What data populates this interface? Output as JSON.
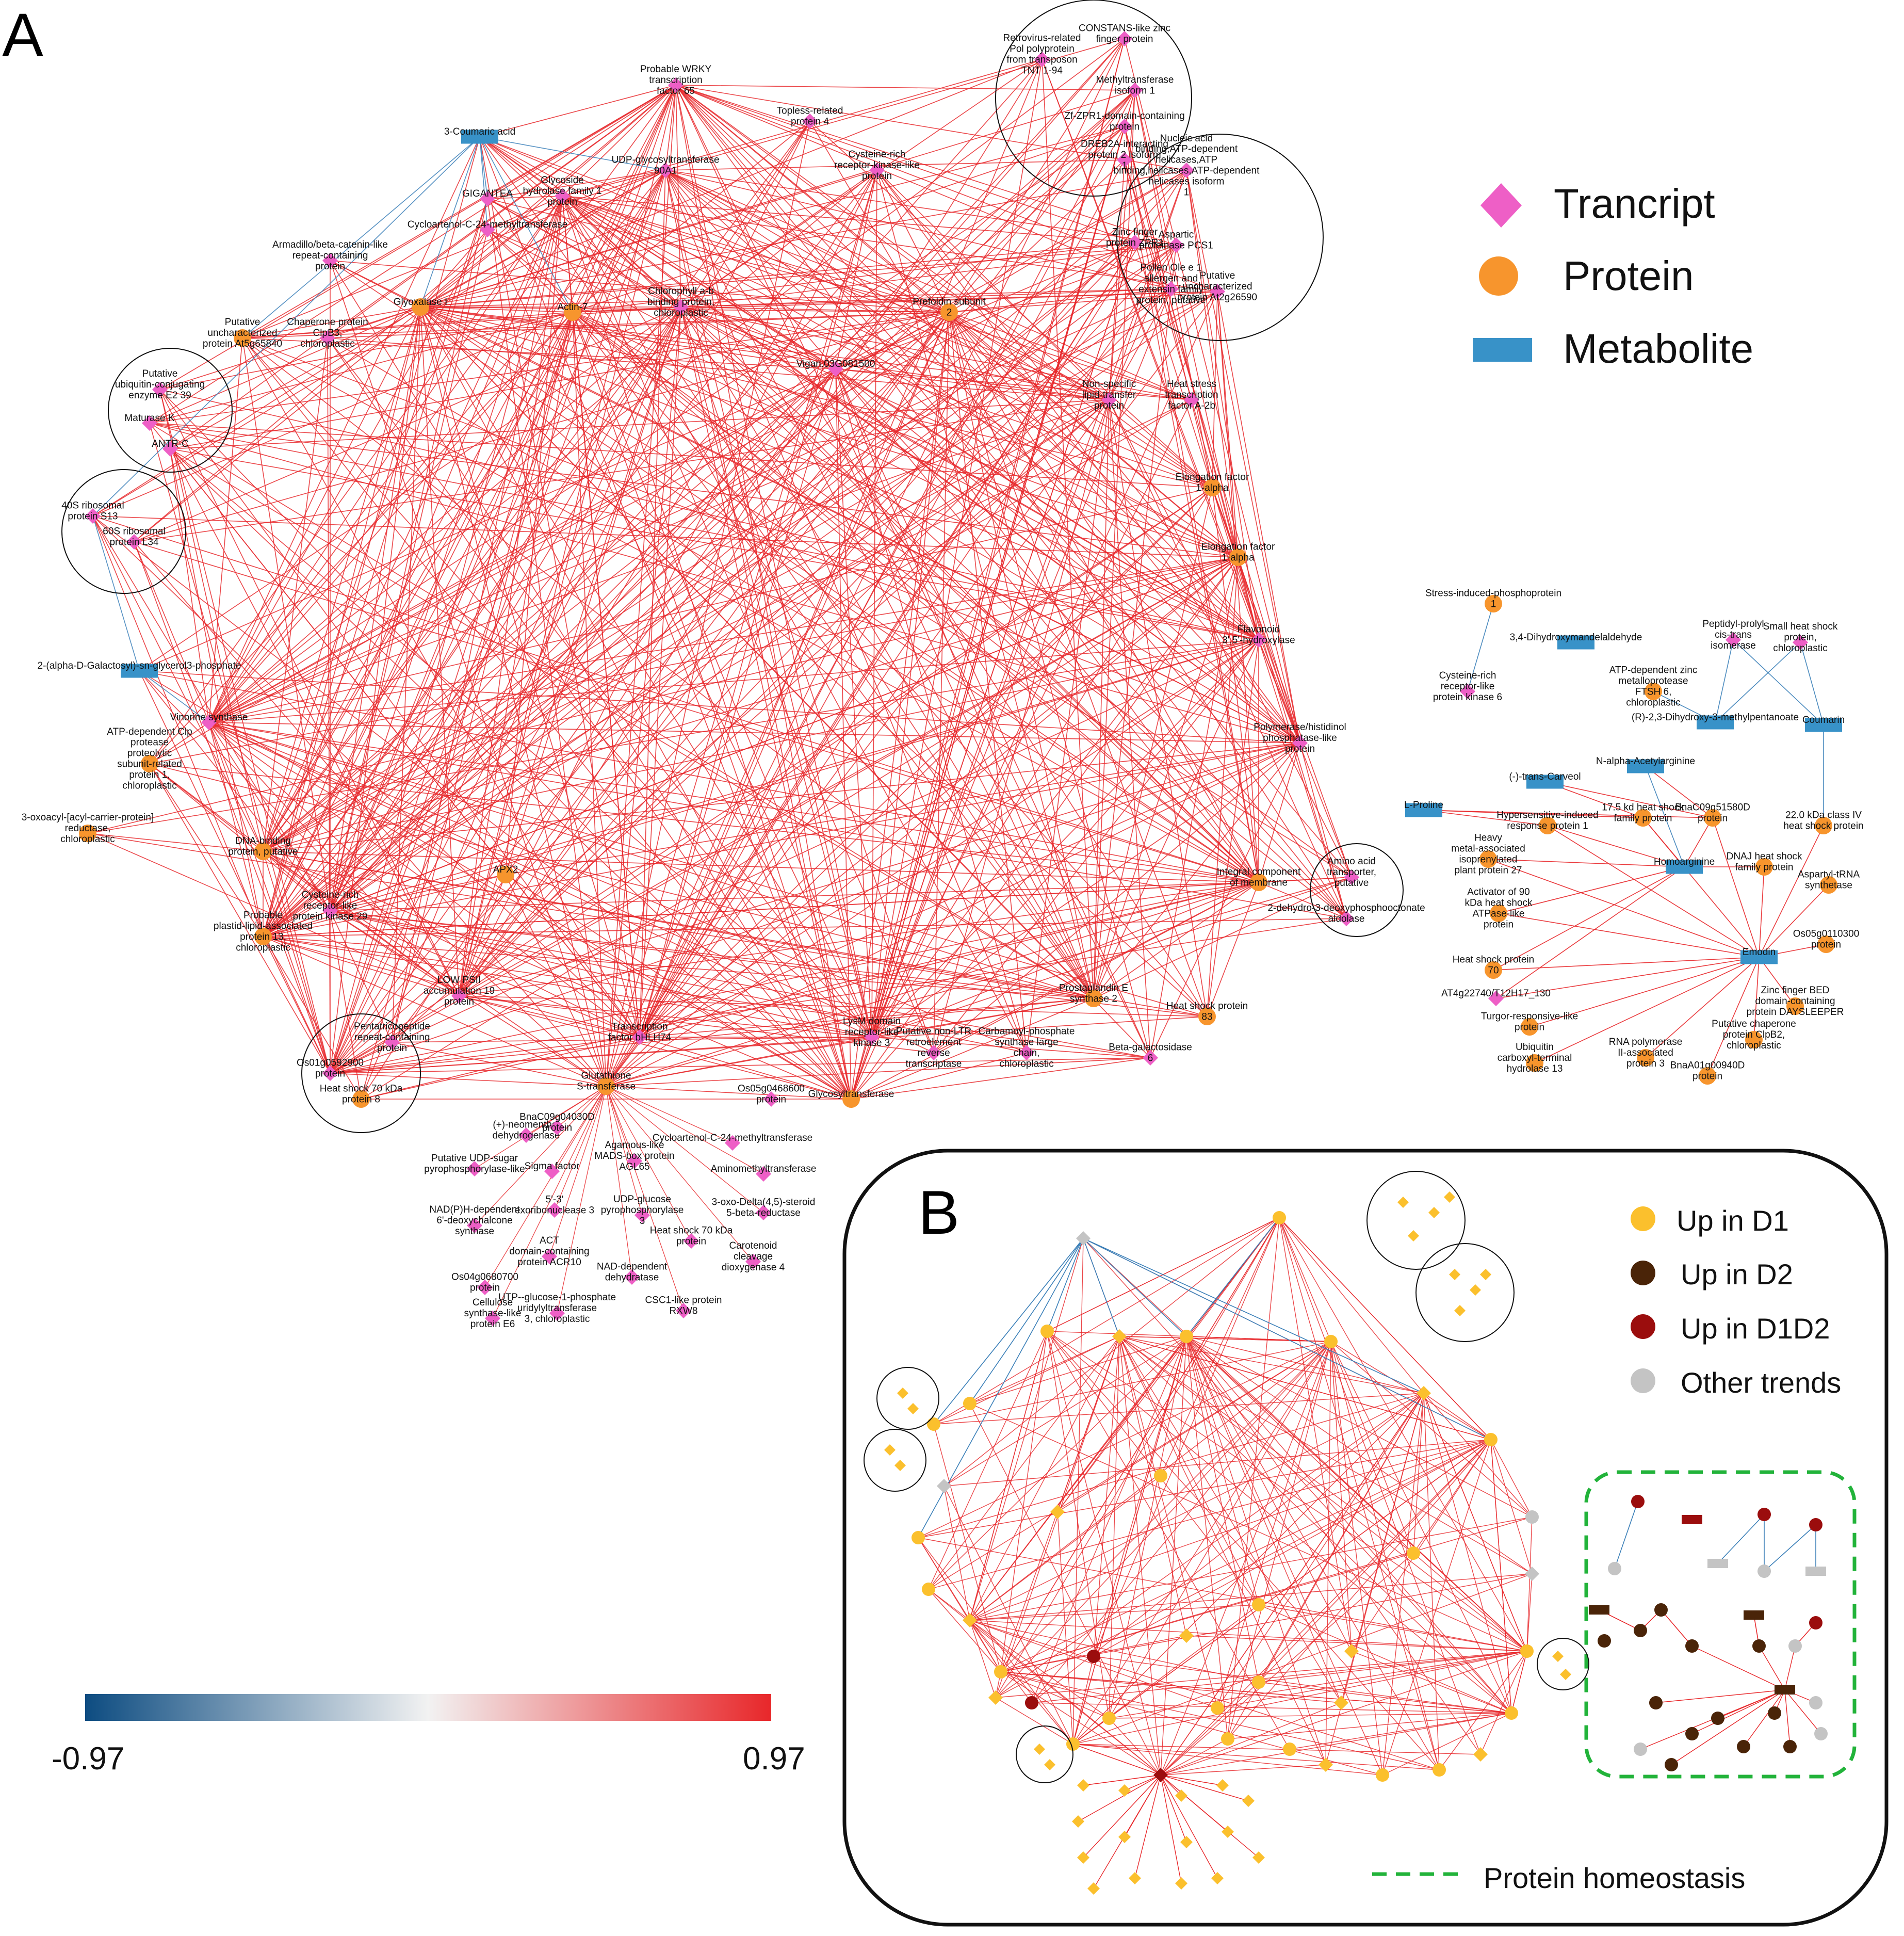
{
  "panels": {
    "a_label": "A",
    "b_label": "B"
  },
  "legend_a": {
    "items": [
      {
        "label": "Trancript",
        "shape": "diamond",
        "color": "#ee5fc6"
      },
      {
        "label": "Protein",
        "shape": "circle",
        "color": "#f7952d"
      },
      {
        "label": "Metabolite",
        "shape": "rect",
        "color": "#3892c8"
      }
    ]
  },
  "legend_b": {
    "items": [
      {
        "label": "Up in D1",
        "color": "#fbc02d"
      },
      {
        "label": "Up in D2",
        "color": "#4a2408"
      },
      {
        "label": "Up in D1D2",
        "color": "#9b0d0d"
      },
      {
        "label": "Other trends",
        "color": "#c4c4c4"
      }
    ],
    "homeostasis_label": "Protein homeostasis",
    "homeostasis_color": "#22b33a"
  },
  "colorscale": {
    "min_label": "-0.97",
    "max_label": "0.97",
    "low_color": "#0d4c81",
    "mid_color": "#f2f2f2",
    "high_color": "#e8272a"
  },
  "edge_colors": {
    "positive": "#e8272a",
    "negative": "#3a7fb8"
  },
  "nodes_a": [
    {
      "label": "3-Coumaric acid",
      "type": "metabolite"
    },
    {
      "label": "Probable WRKY transcription factor 65",
      "type": "transcript"
    },
    {
      "label": "Retrovirus-related Pol polyprotein from transposon TNT 1-94",
      "type": "transcript"
    },
    {
      "label": "CONSTANS-like zinc finger protein",
      "type": "transcript"
    },
    {
      "label": "Methyltransferase isoform 1",
      "type": "transcript"
    },
    {
      "label": "Zf-ZPR1-domain-containing protein",
      "type": "transcript"
    },
    {
      "label": "DREB2A-interacting protein 2 isoform 1",
      "type": "transcript"
    },
    {
      "label": "Nucleic acid binding,ATP-dependent helicases,ATP binding,helicases,ATP-dependent helicases isoform 1",
      "type": "transcript"
    },
    {
      "label": "Zinc finger protein ZPR1",
      "type": "transcript"
    },
    {
      "label": "Aspartic proteinase PCS1",
      "type": "transcript"
    },
    {
      "label": "Pollen Ole e 1 allergen and extensin family protein, putative",
      "type": "transcript"
    },
    {
      "label": "Putative uncharacterized protein At2g26590",
      "type": "transcript"
    },
    {
      "label": "Topless-related protein 4",
      "type": "transcript"
    },
    {
      "label": "Cysteine-rich receptor-kinase-like protein",
      "type": "transcript"
    },
    {
      "label": "UDP-glycosyltransferase 90A1",
      "type": "transcript"
    },
    {
      "label": "Glycoside hydrolase family 1 protein",
      "type": "transcript"
    },
    {
      "label": "GIGANTEA",
      "type": "transcript"
    },
    {
      "label": "Cycloartenol-C-24-methyltransferase",
      "type": "transcript"
    },
    {
      "label": "Armadillo/beta-catenin-like repeat-containing protein",
      "type": "transcript"
    },
    {
      "label": "Glyoxalase I",
      "type": "protein"
    },
    {
      "label": "Actin-7",
      "type": "protein"
    },
    {
      "label": "Chlorophyll a-b binding protein, chloroplastic",
      "type": "transcript"
    },
    {
      "label": "Prefoldin subunit 2",
      "type": "protein"
    },
    {
      "label": "Vigan.03G081500",
      "type": "transcript"
    },
    {
      "label": "Putative uncharacterized protein At5g65840",
      "type": "protein"
    },
    {
      "label": "Chaperone protein ClpB3, chloroplastic",
      "type": "transcript"
    },
    {
      "label": "Putative ubiquitin-conjugating enzyme E2 39",
      "type": "transcript"
    },
    {
      "label": "Maturase K",
      "type": "transcript"
    },
    {
      "label": "ANTR-C",
      "type": "transcript"
    },
    {
      "label": "Non-specific lipid-transfer protein",
      "type": "transcript"
    },
    {
      "label": "Heat stress transcription factor A-2b",
      "type": "transcript"
    },
    {
      "label": "40S ribosomal protein S13",
      "type": "transcript"
    },
    {
      "label": "60S ribosomal protein L34",
      "type": "transcript"
    },
    {
      "label": "Elongation factor 1-alpha",
      "type": "protein"
    },
    {
      "label": "Elongation factor 1-alpha",
      "type": "protein"
    },
    {
      "label": "Flavonoid 3',5'-hydroxylase",
      "type": "transcript"
    },
    {
      "label": "2-(alpha-D-Galactosyl)-sn-glycerol3-phosphate",
      "type": "metabolite"
    },
    {
      "label": "Vinorine synthase",
      "type": "transcript"
    },
    {
      "label": "ATP-dependent Clp protease proteolytic subunit-related protein 1, chloroplastic",
      "type": "protein"
    },
    {
      "label": "Polymerase/histidinol phosphatase-like protein",
      "type": "transcript"
    },
    {
      "label": "3-oxoacyl-[acyl-carrier-protein] reductase, chloroplastic",
      "type": "protein"
    },
    {
      "label": "DNA-binding protein, putative",
      "type": "protein"
    },
    {
      "label": "APX2",
      "type": "protein"
    },
    {
      "label": "Cysteine-rich receptor-like protein kinase 29",
      "type": "transcript"
    },
    {
      "label": "Integral component of membrane",
      "type": "protein"
    },
    {
      "label": "Amino acid transporter, putative",
      "type": "transcript"
    },
    {
      "label": "2-dehydro-3-deoxyphosphooctonate aldolase",
      "type": "transcript"
    },
    {
      "label": "Probable plastid-lipid-associated protein 13, chloroplastic",
      "type": "protein"
    },
    {
      "label": "LOW PSII accumulation 19 protein",
      "type": "transcript"
    },
    {
      "label": "Prostaglandin E synthase 2",
      "type": "protein"
    },
    {
      "label": "Heat shock protein 83",
      "type": "protein"
    },
    {
      "label": "Beta-galactosidase 6",
      "type": "transcript"
    },
    {
      "label": "Pentatricopeptide repeat-containing protein",
      "type": "transcript"
    },
    {
      "label": "Os01g0592900 protein",
      "type": "transcript"
    },
    {
      "label": "Heat shock 70 kDa protein 8",
      "type": "protein"
    },
    {
      "label": "Transcription factor bHLH74",
      "type": "transcript"
    },
    {
      "label": "LysM domain receptor-like kinase 3",
      "type": "transcript"
    },
    {
      "label": "Putative non-LTR retroelement reverse transcriptase",
      "type": "transcript"
    },
    {
      "label": "Carbamoyl-phosphate synthase large chain, chloroplastic",
      "type": "transcript"
    },
    {
      "label": "Glutathione S-transferase",
      "type": "protein"
    },
    {
      "label": "Os05g0468600 protein",
      "type": "transcript"
    },
    {
      "label": "Glycosyltransferase",
      "type": "protein"
    },
    {
      "label": "(+)-neomenthol dehydrogenase",
      "type": "transcript"
    },
    {
      "label": "BnaC09g04030D protein",
      "type": "transcript"
    },
    {
      "label": "Cycloartenol-C-24-methyltransferase",
      "type": "transcript"
    },
    {
      "label": "Putative UDP-sugar pyrophosphorylase-like",
      "type": "transcript"
    },
    {
      "label": "Sigma factor",
      "type": "transcript"
    },
    {
      "label": "Agamous-like MADS-box protein AGL65",
      "type": "transcript"
    },
    {
      "label": "Aminomethyltransferase",
      "type": "transcript"
    },
    {
      "label": "5'-3' exoribonuclease 3",
      "type": "transcript"
    },
    {
      "label": "3-oxo-Delta(4,5)-steroid 5-beta-reductase",
      "type": "transcript"
    },
    {
      "label": "NAD(P)H-dependent 6'-deoxychalcone synthase",
      "type": "transcript"
    },
    {
      "label": "UDP-glucose pyrophosphorylase 3",
      "type": "transcript"
    },
    {
      "label": "ACT domain-containing protein ACR10",
      "type": "transcript"
    },
    {
      "label": "Heat shock 70 kDa protein",
      "type": "transcript"
    },
    {
      "label": "Carotenoid cleavage dioxygenase 4",
      "type": "transcript"
    },
    {
      "label": "Os04g0680700 protein",
      "type": "transcript"
    },
    {
      "label": "NAD-dependent dehydratase",
      "type": "transcript"
    },
    {
      "label": "Cellulose synthase-like protein E6",
      "type": "transcript"
    },
    {
      "label": "UTP--glucose-1-phosphate uridylyltransferase 3, chloroplastic",
      "type": "transcript"
    },
    {
      "label": "CSC1-like protein RXW8",
      "type": "transcript"
    }
  ],
  "nodes_side": [
    {
      "label": "Stress-induced-phosphoprotein 1",
      "type": "protein"
    },
    {
      "label": "Cysteine-rich receptor-like protein kinase 6",
      "type": "transcript"
    },
    {
      "label": "3,4-Dihydroxymandelaldehyde",
      "type": "metabolite"
    },
    {
      "label": "Peptidyl-prolyl cis-trans isomerase",
      "type": "transcript"
    },
    {
      "label": "Small heat shock protein, chloroplastic",
      "type": "transcript"
    },
    {
      "label": "ATP-dependent zinc metalloprotease FTSH 6, chloroplastic",
      "type": "protein"
    },
    {
      "label": "Coumarin",
      "type": "metabolite"
    },
    {
      "label": "(R)-2,3-Dihydroxy-3-methylpentanoate",
      "type": "metabolite"
    },
    {
      "label": "N-alpha-Acetylarginine",
      "type": "metabolite"
    },
    {
      "label": "(-)-trans-Carveol",
      "type": "metabolite"
    },
    {
      "label": "L-Proline",
      "type": "metabolite"
    },
    {
      "label": "Hypersensitive-induced response protein 1",
      "type": "protein"
    },
    {
      "label": "17.5 kd heat shock family protein",
      "type": "protein"
    },
    {
      "label": "BnaC09g51580D protein",
      "type": "protein"
    },
    {
      "label": "22.0 kDa class IV heat shock protein",
      "type": "protein"
    },
    {
      "label": "Heavy metal-associated isoprenylated plant protein 27",
      "type": "protein"
    },
    {
      "label": "Homoarginine",
      "type": "metabolite"
    },
    {
      "label": "DNAJ heat shock family protein",
      "type": "protein"
    },
    {
      "label": "Activator of 90 kDa heat shock ATPase-like protein",
      "type": "protein"
    },
    {
      "label": "Aspartyl-tRNA synthetase",
      "type": "protein"
    },
    {
      "label": "Emodin",
      "type": "metabolite"
    },
    {
      "label": "Heat shock protein 70",
      "type": "protein"
    },
    {
      "label": "Os05g0110300 protein",
      "type": "protein"
    },
    {
      "label": "AT4g22740/T12H17_130",
      "type": "transcript"
    },
    {
      "label": "Zinc finger BED domain-containing protein DAYSLEEPER",
      "type": "protein"
    },
    {
      "label": "Turgor-responsive-like protein",
      "type": "protein"
    },
    {
      "label": "Putative chaperone protein ClpB2, chloroplastic",
      "type": "protein"
    },
    {
      "label": "Ubiquitin carboxyl-terminal hydrolase 13",
      "type": "protein"
    },
    {
      "label": "RNA polymerase II-associated protein 3",
      "type": "protein"
    },
    {
      "label": "BnaA01g00940D protein",
      "type": "protein"
    }
  ]
}
